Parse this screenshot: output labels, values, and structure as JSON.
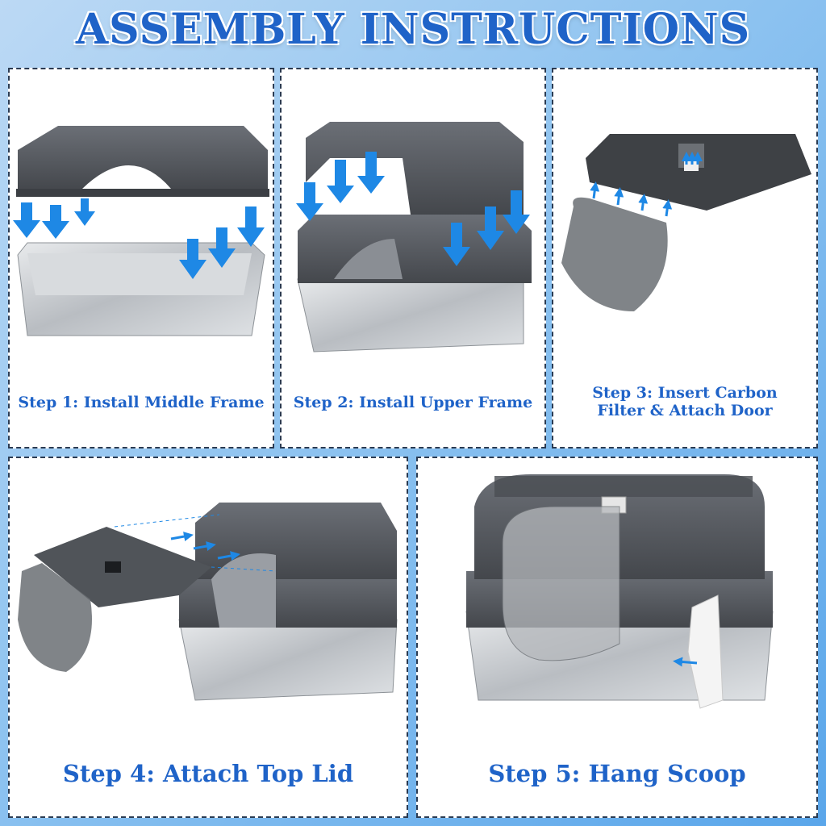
{
  "title": "ASSEMBLY INSTRUCTIONS",
  "colors": {
    "accent": "#1f63c8",
    "arrow": "#1e88e5",
    "frame": "#5b5f66",
    "steel": "#c9ccd0"
  },
  "steps": [
    {
      "label": "Step 1: Install Middle Frame"
    },
    {
      "label": "Step 2: Install Upper Frame"
    },
    {
      "label_line1": "Step 3: Insert Carbon",
      "label_line2": "Filter & Attach Door"
    },
    {
      "label": "Step 4: Attach Top Lid"
    },
    {
      "label": "Step 5: Hang Scoop"
    }
  ]
}
